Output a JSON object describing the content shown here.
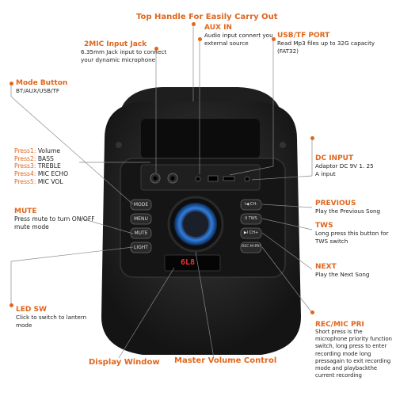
{
  "top_title": "Top Handle For Easily Carry Out",
  "bottom_left": "Display Window",
  "bottom_center": "Master Volume Control",
  "mic_input": {
    "title": "2MIC Input Jack",
    "desc": "6.35mm Jack input to connect your dynamic microphone"
  },
  "aux_in": {
    "title": "AUX IN",
    "desc": "Audio input connert you external source"
  },
  "usb_tf": {
    "title": "USB/TF PORT",
    "desc": "Read Mp3 files up to 32G capacity (FAT32)"
  },
  "mode_button": {
    "title": "Mode Button",
    "desc": "BT/AUX/USB/TF"
  },
  "press": [
    {
      "key": "Press1:",
      "val": "Volume"
    },
    {
      "key": "Press2:",
      "val": "BASS"
    },
    {
      "key": "Press3:",
      "val": "TREBLE"
    },
    {
      "key": "Press4:",
      "val": "MIC ECHO"
    },
    {
      "key": "Press5:",
      "val": "MIC VOL"
    }
  ],
  "mute": {
    "title": "MUTE",
    "desc": "Press mute to turn ON/OFF mute mode"
  },
  "led_sw": {
    "title": "LED SW",
    "desc": "Click to switch to lantern mode"
  },
  "dc_input": {
    "title": "DC INPUT",
    "desc": "Adaptor DC 9V 1. 25 A input"
  },
  "previous": {
    "title": "PREVIOUS",
    "desc": "Play the Previous Song"
  },
  "tws": {
    "title": "TWS",
    "desc": "Long press this button for TWS switch"
  },
  "next": {
    "title": "NEXT",
    "desc": "Play the Next Song"
  },
  "rec_mic": {
    "title": "REC/MIC PRI",
    "desc": "Short press is the microphone priority function switch, long press to enter recording mode long pressagain to exit recording mode and playbackthe current recording"
  },
  "device_buttons": {
    "left": [
      "MODE",
      "MENU",
      "MUTE",
      "LIGHT"
    ],
    "right": [
      "I◀ CH-",
      "II TWS",
      "▶I CH+",
      "REC M-PRI"
    ]
  },
  "display_text": "6L8"
}
